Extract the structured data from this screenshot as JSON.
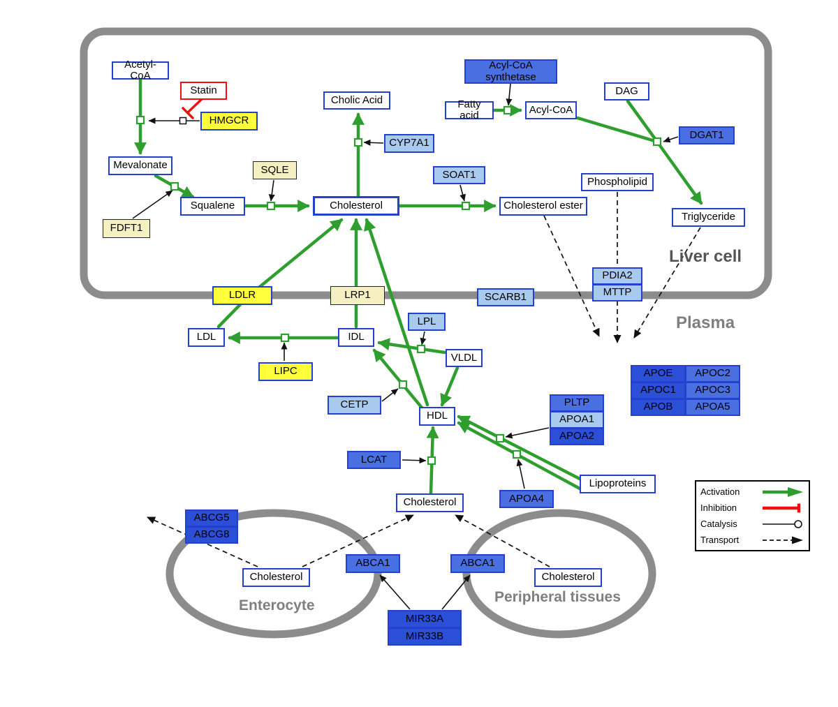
{
  "compartments": {
    "liver": "Liver cell",
    "plasma": "Plasma",
    "enterocyte": "Enterocyte",
    "peripheral": "Peripheral tissues"
  },
  "nodes": {
    "acetyl_coa": "Acetyl-CoA",
    "statin": "Statin",
    "hmgcr": "HMGCR",
    "mevalonate": "Mevalonate",
    "sqle": "SQLE",
    "squalene": "Squalene",
    "fdft1": "FDFT1",
    "cholic_acid": "Cholic Acid",
    "cyp7a1": "CYP7A1",
    "cholesterol_liver": "Cholesterol",
    "soat1": "SOAT1",
    "cholesterol_ester": "Cholesterol ester",
    "acyl_coa_synthetase": "Acyl-CoA synthetase",
    "fatty_acid": "Fatty acid",
    "acyl_coa": "Acyl-CoA",
    "dag": "DAG",
    "dgat1": "DGAT1",
    "phospholipid": "Phospholipid",
    "triglyceride": "Triglyceride",
    "pdia2": "PDIA2",
    "mttp": "MTTP",
    "ldlr": "LDLR",
    "lrp1": "LRP1",
    "scarb1": "SCARB1",
    "ldl": "LDL",
    "idl": "IDL",
    "lipc": "LIPC",
    "lpl": "LPL",
    "vldl": "VLDL",
    "cetp": "CETP",
    "hdl": "HDL",
    "pltp": "PLTP",
    "apoa1": "APOA1",
    "apoa2": "APOA2",
    "lcat": "LCAT",
    "apoa4": "APOA4",
    "lipoproteins": "Lipoproteins",
    "apoe": "APOE",
    "apoc2": "APOC2",
    "apoc1": "APOC1",
    "apoc3": "APOC3",
    "apob": "APOB",
    "apoa5": "APOA5",
    "cholesterol_plasma": "Cholesterol",
    "abcg5": "ABCG5",
    "abcg8": "ABCG8",
    "cholesterol_enterocyte": "Cholesterol",
    "abca1_enterocyte": "ABCA1",
    "abca1_peripheral": "ABCA1",
    "cholesterol_peripheral": "Cholesterol",
    "mir33a": "MIR33A",
    "mir33b": "MIR33B"
  },
  "legend": {
    "activation": "Activation",
    "inhibition": "Inhibition",
    "catalysis": "Catalysis",
    "transport": "Transport"
  },
  "colors": {
    "activation_green": "#2E9E2E",
    "inhibition_red": "#EE1010",
    "membrane_gray": "#8C8C8C",
    "metabolite_border_blue": "#2440CF",
    "gene_yellow": "#FFFF3C",
    "gene_pale_yellow": "#F4F0C2",
    "gene_light_blue": "#A8CAEF",
    "gene_medium_blue": "#4A6FE0",
    "gene_dark_blue": "#2B4FD7"
  }
}
